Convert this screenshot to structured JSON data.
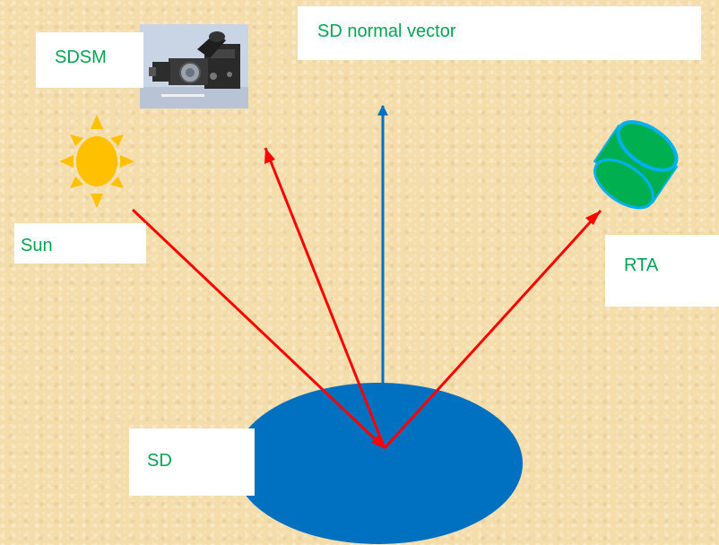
{
  "labels": {
    "sd_normal_vector": "SD normal vector",
    "sdsm": "SDSM",
    "sun": "Sun",
    "rta": "RTA",
    "sd": "SD"
  },
  "icons": {
    "sun": "sun-icon",
    "rta": "rta-cylinder-icon",
    "sdsm_photo": "sdsm-instrument-photo"
  },
  "colors": {
    "background": "#f4ddab",
    "label_text": "#00a651",
    "label_box": "#ffffff",
    "diffuser": "#0070c0",
    "normal_arrow": "#0070c0",
    "ray_arrows": "#ff0000",
    "sun": "#ffc000",
    "rta_body": "#00b050",
    "rta_rim": "#00b0f0"
  }
}
